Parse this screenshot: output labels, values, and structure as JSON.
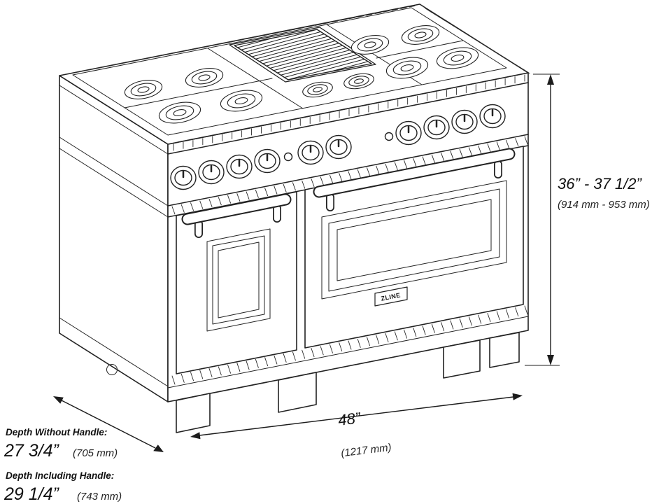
{
  "style": {
    "background": "#ffffff",
    "line_color": "#222222"
  },
  "brand_badge": "ZLINE",
  "dimensions": {
    "height": {
      "imperial": "36” - 37 1/2”",
      "metric": "(914 mm - 953 mm)"
    },
    "width": {
      "imperial": "48”",
      "metric": "(1217 mm)"
    },
    "depth_without_handle": {
      "label": "Depth Without Handle:",
      "imperial": "27 3/4”",
      "metric": "(705 mm)"
    },
    "depth_including_handle": {
      "label": "Depth Including Handle:",
      "imperial": "29 1/4”",
      "metric": "(743 mm)"
    }
  }
}
